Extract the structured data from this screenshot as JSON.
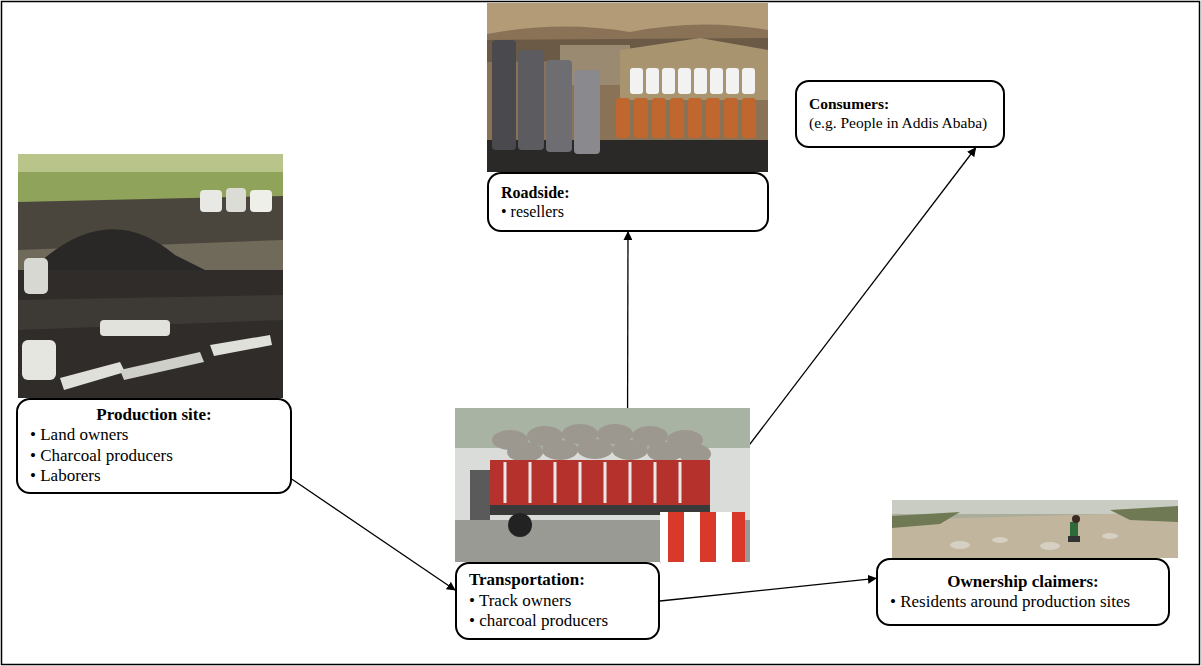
{
  "diagram": {
    "nodes": [
      {
        "text": [
          "Consumers:",
          "(e.g. People in Addis Ababa)"
        ]
      },
      {
        "text": [
          "Roadside:",
          "• resellers"
        ]
      },
      {
        "text": [
          "Production site:",
          "• Land owners",
          "• Charcoal producers",
          "• Laborers"
        ]
      },
      {
        "text": [
          "Transportation:",
          "• Track owners",
          "• charcoal producers"
        ]
      },
      {
        "text": [
          "Ownership claimers:",
          "• Residents around production sites"
        ]
      }
    ],
    "edges": [
      {
        "from": 2,
        "to": 3,
        "arrow": "to"
      },
      {
        "from": 3,
        "to": 1,
        "arrow": "to"
      },
      {
        "from": 3,
        "to": 0,
        "arrow": "to"
      },
      {
        "from": 3,
        "to": 4,
        "arrow": "to"
      }
    ]
  }
}
